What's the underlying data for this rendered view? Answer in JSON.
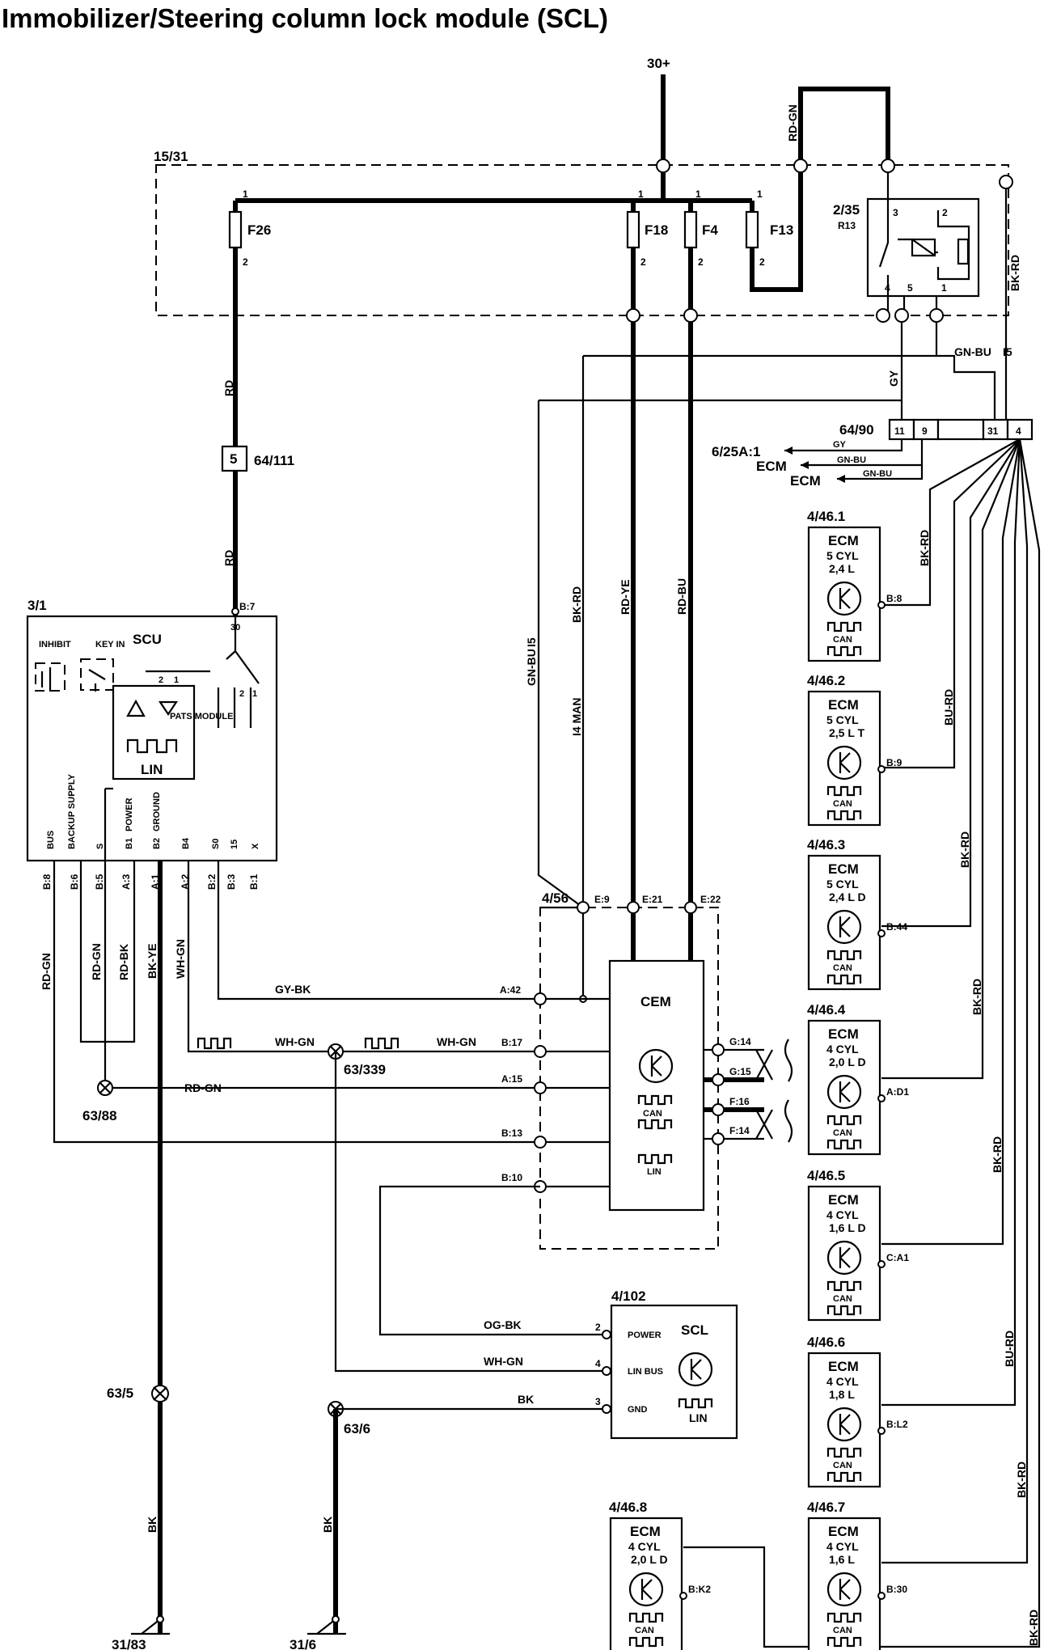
{
  "title": "Immobilizer/Steering column lock module (SCL)",
  "supply": "30+",
  "fusebox": "15/31",
  "fuses": [
    "F26",
    "F18",
    "F4",
    "F13"
  ],
  "pin1": "1",
  "pin2": "2",
  "relay": {
    "id": "2/35",
    "ref": "R13",
    "pins": [
      "3",
      "2",
      "4",
      "5",
      "1"
    ]
  },
  "connector_64_111": {
    "id": "64/111",
    "pin": "5"
  },
  "connector_64_90": {
    "id": "64/90",
    "pins": [
      "11",
      "9",
      "31",
      "4"
    ]
  },
  "outputs": {
    "o1": "6/25A:1",
    "o2": "ECM",
    "o3": "ECM"
  },
  "wires": {
    "rd": "RD",
    "rd_gn": "RD-GN",
    "gy": "GY",
    "gn_bu": "GN-BU",
    "i5": "I5",
    "bk_rd": "BK-RD",
    "bu_rd": "BU-RD",
    "rd_ye": "RD-YE",
    "rd_bu": "RD-BU",
    "i4man": "I4 MAN",
    "gy_bk": "GY-BK",
    "wh_gn": "WH-GN",
    "rd_bk": "RD-BK",
    "bk_ye": "BK-YE",
    "og_bk": "OG-BK",
    "bk": "BK"
  },
  "scu": {
    "id": "3/1",
    "name": "SCU",
    "inhibit": "INHIBIT",
    "keyin": "KEY IN",
    "module": "PATS MODULE",
    "lin": "LIN",
    "bus": "BUS",
    "backup": "BACKUP SUPPLY",
    "s": "S",
    "power": "POWER",
    "ground": "GROUND",
    "inner_pins": [
      "30",
      "2",
      "1",
      "2",
      "1",
      "B1",
      "B2",
      "B4",
      "S0",
      "15",
      "X"
    ],
    "pins": [
      "B:8",
      "B:6",
      "B:5",
      "A:3",
      "A:1",
      "A:2",
      "B:2",
      "B:3",
      "B:1"
    ],
    "pin_top": "B:7"
  },
  "cem": {
    "id": "4/56",
    "name": "CEM",
    "can": "CAN",
    "lin": "LIN",
    "top_pins": [
      "E:9",
      "E:21",
      "E:22"
    ],
    "left_pins": [
      "A:42",
      "B:17",
      "A:15",
      "B:13",
      "B:10"
    ],
    "right_pins": [
      "G:14",
      "G:15",
      "F:16",
      "F:14"
    ]
  },
  "scl": {
    "id": "4/102",
    "name": "SCL",
    "lin": "LIN",
    "pins": [
      {
        "n": "2",
        "l": "POWER"
      },
      {
        "n": "4",
        "l": "LIN BUS"
      },
      {
        "n": "3",
        "l": "GND"
      }
    ]
  },
  "ecms": [
    {
      "id": "4/46.1",
      "name": "ECM",
      "l1": "5 CYL",
      "l2": "2,4 L",
      "pin": "B:8",
      "can": "CAN"
    },
    {
      "id": "4/46.2",
      "name": "ECM",
      "l1": "5 CYL",
      "l2": "2,5 L T",
      "pin": "B:9",
      "can": "CAN"
    },
    {
      "id": "4/46.3",
      "name": "ECM",
      "l1": "5 CYL",
      "l2": "2,4 L D",
      "pin": "B:44",
      "can": "CAN"
    },
    {
      "id": "4/46.4",
      "name": "ECM",
      "l1": "4 CYL",
      "l2": "2,0 L D",
      "pin": "A:D1",
      "can": "CAN"
    },
    {
      "id": "4/46.5",
      "name": "ECM",
      "l1": "4 CYL",
      "l2": "1,6 L D",
      "pin": "C:A1",
      "can": "CAN"
    },
    {
      "id": "4/46.6",
      "name": "ECM",
      "l1": "4 CYL",
      "l2": "1,8 L",
      "pin": "B:L2",
      "can": "CAN"
    },
    {
      "id": "4/46.7",
      "name": "ECM",
      "l1": "4 CYL",
      "l2": "1,6 L",
      "pin": "B:30",
      "can": "CAN"
    },
    {
      "id": "4/46.8",
      "name": "ECM",
      "l1": "4 CYL",
      "l2": "2,0 L D",
      "pin": "B:K2",
      "can": "CAN"
    }
  ],
  "splices": {
    "s1": "63/339",
    "s2": "63/88",
    "s3": "63/5",
    "s4": "63/6"
  },
  "grounds": {
    "g1": "31/83",
    "g2": "31/6"
  }
}
